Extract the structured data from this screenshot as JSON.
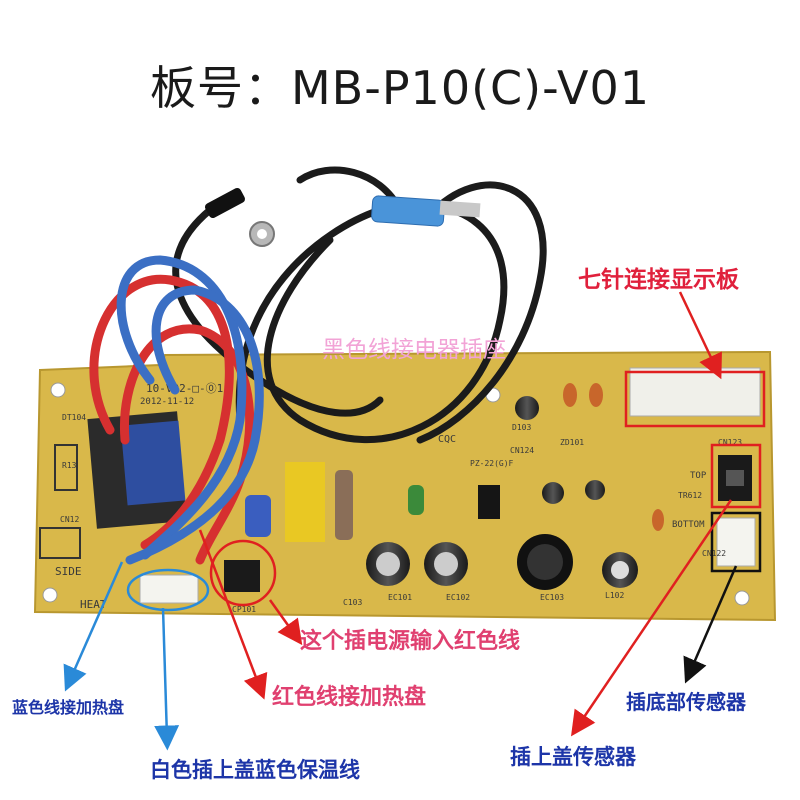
{
  "title": "板号：MB-P10(C)-V01",
  "annotations": {
    "display_connector": "七针连接显示板",
    "black_wire": "黑色线接电器插座",
    "power_input": "这个插电源输入红色线",
    "red_wire": "红色线接加热盘",
    "bottom_sensor": "插底部传感器",
    "blue_wire": "蓝色线接加热盘",
    "top_sensor": "插上盖传感器",
    "white_plug": "白色插上盖蓝色保温线"
  },
  "board_silkscreen": {
    "version": "10-V02-□-⓪1",
    "date": "2012-11-12",
    "side": "SIDE",
    "heat": "HEAT",
    "top": "TOP",
    "bottom": "BOTTOM",
    "cqc": "CQC",
    "pz": "PZ-22(G)F",
    "parts": [
      "CN12",
      "CP101",
      "EC101",
      "EC102",
      "EC103",
      "L102",
      "C103",
      "DT104",
      "R13",
      "TR612",
      "CN122",
      "CN123",
      "CN124",
      "D103",
      "ZD101"
    ]
  },
  "colors": {
    "board": "#d9b84a",
    "red_label": "#e0203c",
    "pink_label": "#f2a3d6",
    "blue_label": "#1d35a8",
    "marker_red": "#e02020",
    "arrow_blue": "#2a8ad8"
  }
}
